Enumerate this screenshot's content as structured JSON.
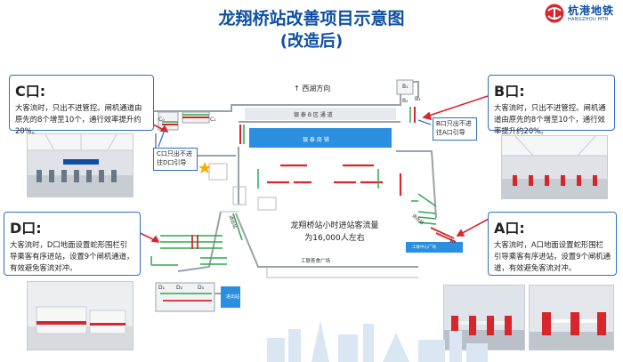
{
  "header": {
    "title_line1": "龙翔桥站改善项目示意图",
    "title_line2": "(改造后)",
    "logo_cn": "杭港地铁",
    "logo_en": "HANGZHOU MTR"
  },
  "notes": {
    "c": {
      "title": "C口:",
      "text": "大客流时，只出不进管控。闸机通道由原先的8个增至10个，通行效率提升约20%。"
    },
    "b": {
      "title": "B口:",
      "text": "大客流时，只出不进管控。闸机通道由原先的8个增至10个，通行效率提升约20%。"
    },
    "d": {
      "title": "D口:",
      "text": "大客流时，D口地面设置蛇形围栏引导乘客有序进站，设置9个闸机通道，有效避免客流对冲。"
    },
    "a": {
      "title": "A口:",
      "text": "大客流时，A口地面设置蛇形围栏引导乘客有序进站，设置9个闸机通道，有效避免客流对冲。"
    }
  },
  "map": {
    "direction": "↑ 西湖方向",
    "corridor": "银 泰 B 区 通 道",
    "mall": "银 泰 商 铺",
    "flow_line1": "龙翔桥站小时进站客流量",
    "flow_line2": "为16,000人左右",
    "c_tip": "C口只出不进往D口引导",
    "b_tip": "B口只出不进往A口引导",
    "square": "工联荟食广场",
    "entry_a_building": "工联中心广场",
    "exit_labels": [
      "C₀",
      "C₁",
      "B₁",
      "B₂",
      "B₃",
      "A₁",
      "D₁",
      "D₂",
      "D₃"
    ],
    "passage_labels": [
      "进出站",
      "进出站",
      "进出站"
    ],
    "blue_box": "工联"
  },
  "colors": {
    "brand": "#0e4fa3",
    "accent_red": "#d8262c",
    "accent_green": "#2fa84f",
    "platform_blue": "#2b8fe0"
  }
}
